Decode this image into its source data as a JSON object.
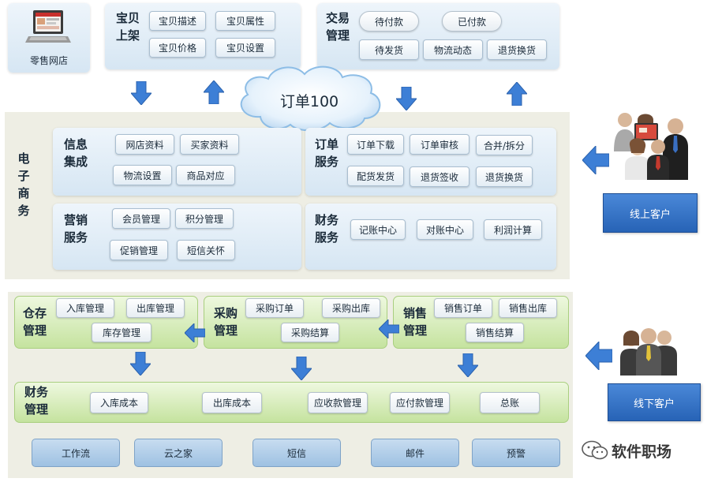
{
  "retail_store": {
    "label": "零售网店"
  },
  "listing": {
    "title": "宝贝上架",
    "items": [
      "宝贝描述",
      "宝贝属性",
      "宝贝价格",
      "宝贝设置"
    ]
  },
  "trade": {
    "title": "交易管理",
    "items": [
      "待付款",
      "已付款",
      "待发货",
      "物流动态",
      "退货换货"
    ]
  },
  "cloud": {
    "label": "订单100"
  },
  "ecommerce": {
    "title": "电子商务",
    "info": {
      "title": "信息集成",
      "items": [
        "网店资料",
        "买家资料",
        "物流设置",
        "商品对应"
      ]
    },
    "order": {
      "title": "订单服务",
      "items": [
        "订单下载",
        "订单审核",
        "合并/拆分",
        "配货发货",
        "退货签收",
        "退货换货"
      ]
    },
    "marketing": {
      "title": "营销服务",
      "items": [
        "会员管理",
        "积分管理",
        "促销管理",
        "短信关怀"
      ]
    },
    "finance": {
      "title": "财务服务",
      "items": [
        "记账中心",
        "对账中心",
        "利润计算"
      ]
    }
  },
  "online_customer": {
    "label": "线上客户"
  },
  "offline_customer": {
    "label": "线下客户"
  },
  "warehouse": {
    "title": "仓存管理",
    "items": [
      "入库管理",
      "出库管理",
      "库存管理"
    ]
  },
  "purchase": {
    "title": "采购管理",
    "items": [
      "采购订单",
      "采购出库",
      "采购结算"
    ]
  },
  "sales": {
    "title": "销售管理",
    "items": [
      "销售订单",
      "销售出库",
      "销售结算"
    ]
  },
  "fin_mgmt": {
    "title": "财务管理",
    "items": [
      "入库成本",
      "出库成本",
      "应收款管理",
      "应付款管理",
      "总账"
    ]
  },
  "bottom": {
    "items": [
      "工作流",
      "云之家",
      "短信",
      "邮件",
      "预警"
    ]
  },
  "watermark": {
    "label": "软件职场"
  },
  "colors": {
    "arrow_blue": "#3d7fd6",
    "green_border": "#a9cf7f",
    "customer_box": "#2f6fc6"
  }
}
